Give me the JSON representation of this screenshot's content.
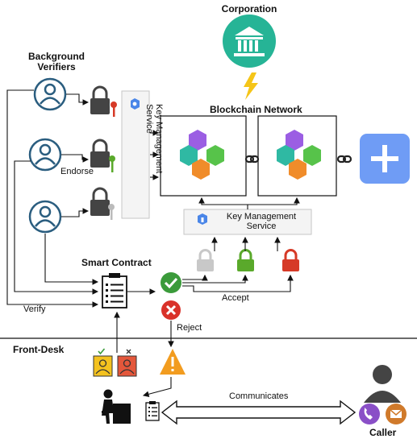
{
  "labels": {
    "corporation": "Corporation",
    "background_verifiers": "Background\nVerifiers",
    "blockchain_network": "Blockchain Network",
    "key_management_vertical": "Key Management\nService",
    "key_management_horizontal": "Key Management\nService",
    "smart_contract": "Smart Contract",
    "endorse": "Endorse",
    "verify": "Verify",
    "accept": "Accept",
    "reject": "Reject",
    "front_desk": "Front-Desk",
    "communicates": "Communicates",
    "caller": "Caller"
  },
  "colors": {
    "corporation_circle": "#26b496",
    "bolt": "#f5c518",
    "verifier_icon": "#2a5d7f",
    "lock_dark": "#444444",
    "lock_gray": "#c8c8c8",
    "lock_green": "#5aa92b",
    "lock_red": "#d63a27",
    "key_red": "#d63a27",
    "key_green": "#5aa92b",
    "key_gray": "#bbbbbb",
    "kms_blue": "#4a86e8",
    "check_green": "#3b9b3b",
    "reject_red": "#d9322a",
    "warning_orange": "#f29c1f",
    "plus_block": "#6f9cf5",
    "caller_phone": "#8a4fc7",
    "caller_mail": "#d07a2b"
  }
}
